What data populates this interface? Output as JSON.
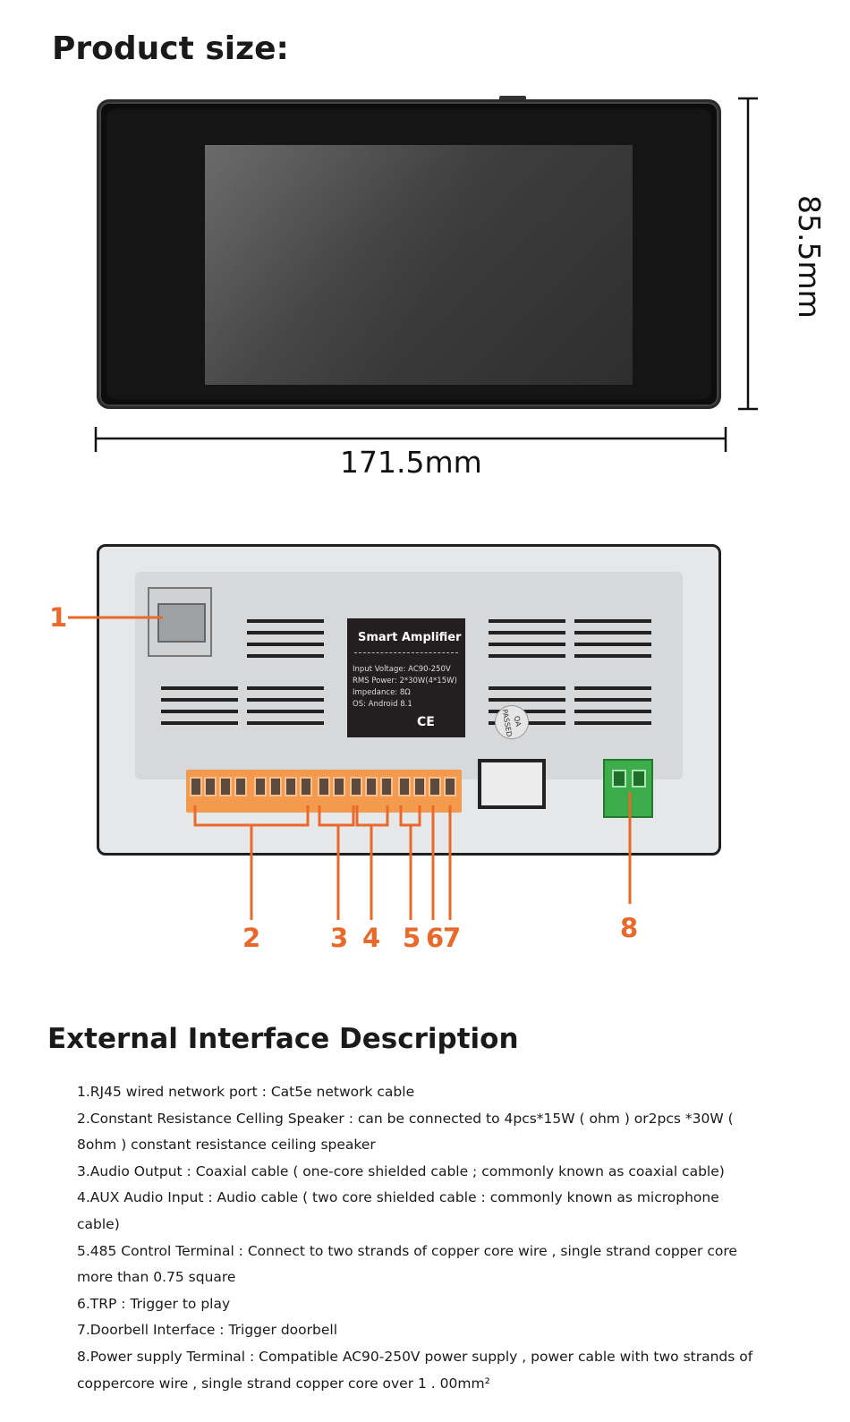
{
  "product_size_title": "Product size:",
  "dimensions": {
    "width": "171.5mm",
    "height": "85.5mm"
  },
  "back_label": {
    "title": "Smart Amplifier",
    "specs": [
      "Input Voltage: AC90-250V",
      "RMS Power: 2*30W(4*15W)",
      "Impedance: 8Ω",
      "OS: Android 8.1"
    ],
    "cert": "CE",
    "qa_badge": "QA PASSED"
  },
  "callouts": [
    "1",
    "2",
    "3",
    "4",
    "5",
    "6",
    "7",
    "8"
  ],
  "external_title": "External Interface Description",
  "interfaces": [
    "1.RJ45 wired network port : Cat5e network cable",
    "2.Constant Resistance Celling Speaker : can be connected to 4pcs*15W ( ohm ) or2pcs *30W ( 8ohm ) constant resistance ceiling speaker",
    "3.Audio Output : Coaxial cable ( one-core shielded cable ; commonly known as coaxial cable)",
    "4.AUX Audio Input : Audio cable ( two core shielded cable : commonly known as microphone cable)",
    "5.485 Control Terminal : Connect to two strands of copper core wire , single strand copper core more than 0.75 square",
    "6.TRP : Trigger to play",
    "7.Doorbell Interface : Trigger doorbell",
    "8.Power supply Terminal : Compatible AC90-250V power supply , power cable with two strands of coppercore wire , single strand copper core over 1 . 00mm²"
  ],
  "colors": {
    "callout": "#e8692a",
    "terminal": "#f39a4f",
    "power_terminal": "#3dac4a"
  }
}
